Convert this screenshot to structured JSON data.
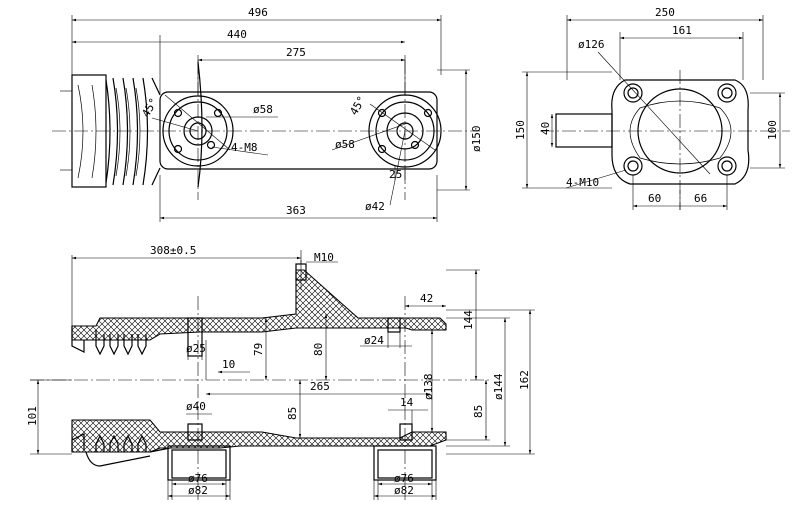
{
  "top_view": {
    "dims": {
      "overall_length": "496",
      "length_440": "440",
      "length_275": "275",
      "length_363": "363",
      "height_150": "ø150",
      "angle_left": "45°",
      "angle_right": "45°",
      "dia_58_left": "ø58",
      "dia_58_right": "ø58",
      "bolt_4m8": "4-M8",
      "dim_25": "25",
      "dia_42": "ø42"
    }
  },
  "end_view": {
    "dims": {
      "width_250": "250",
      "width_161": "161",
      "dia_126": "ø126",
      "height_150": "150",
      "dim_40": "40",
      "dim_100": "100",
      "bolt_4m10": "4-M10",
      "dim_60": "60",
      "dim_66": "66"
    }
  },
  "section_view": {
    "dims": {
      "length_308": "308±0.5",
      "thread_m10": "M10",
      "dim_42": "42",
      "dim_144_top": "144",
      "dia_25": "ø25",
      "dim_79": "79",
      "dim_80": "80",
      "dia_24": "ø24",
      "dim_10": "10",
      "dim_265": "265",
      "dia_138": "ø138",
      "dia_144": "ø144",
      "dim_162": "162",
      "dim_101": "101",
      "dia_40": "ø40",
      "dim_85_left": "85",
      "dim_14": "14",
      "dim_85_right": "85",
      "dia_76_left": "ø76",
      "dia_82_left": "ø82",
      "dia_76_right": "ø76",
      "dia_82_right": "ø82"
    }
  }
}
